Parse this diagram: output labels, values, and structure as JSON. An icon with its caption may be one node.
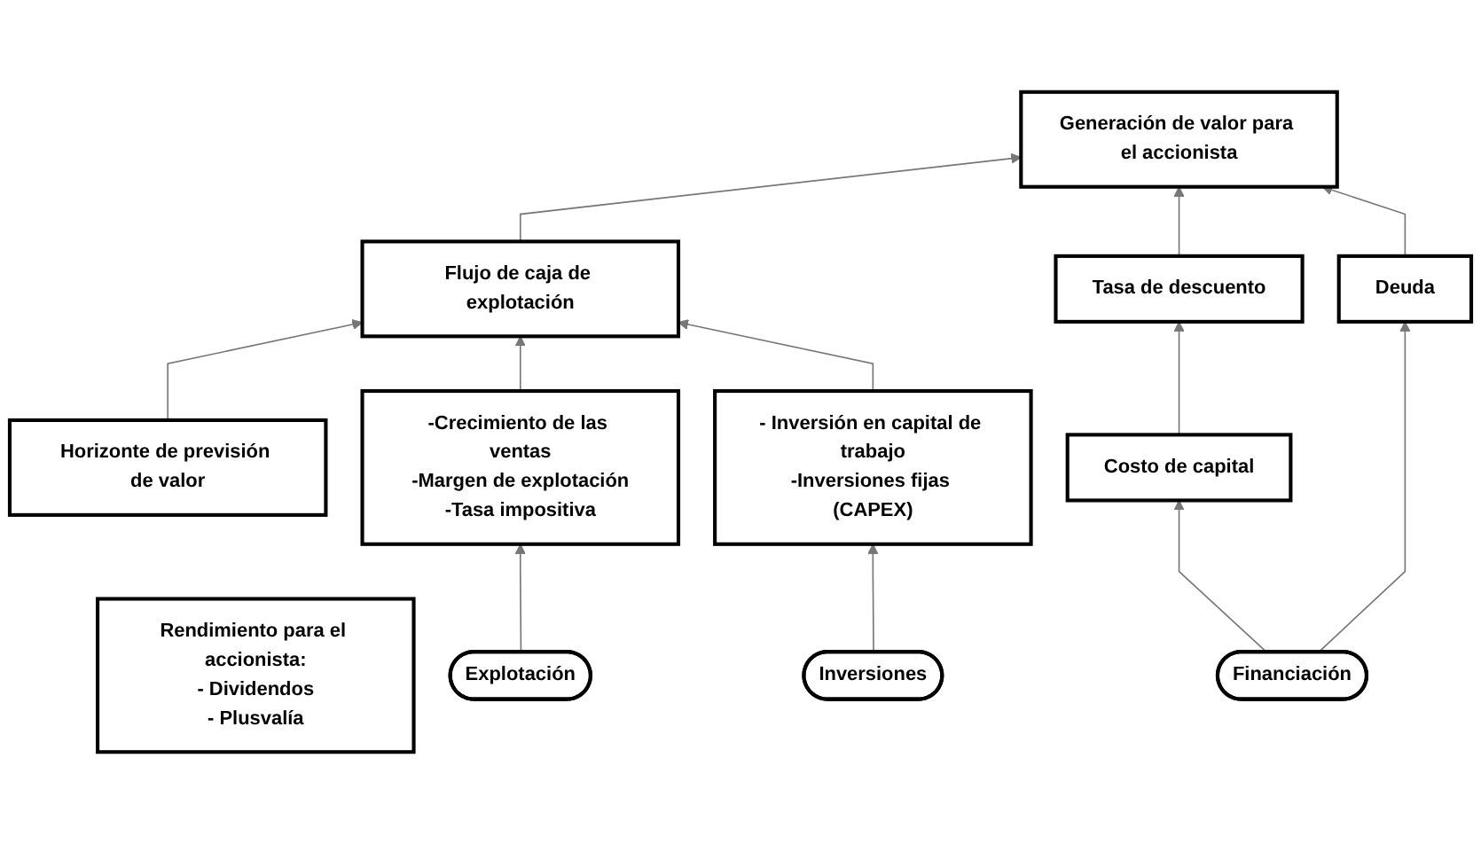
{
  "diagram": {
    "nodes": [
      {
        "text": [
          "Generación de valor para el accionista"
        ]
      },
      {
        "text": [
          "Rendimiento para el accionista:",
          "- Dividendos",
          "- Plusvalía"
        ]
      },
      {
        "text": [
          "Flujo de caja de explotación"
        ]
      },
      {
        "text": [
          "Tasa de descuento"
        ]
      },
      {
        "text": [
          "Deuda"
        ]
      },
      {
        "text": [
          "Horizonte de previsión de valor"
        ]
      },
      {
        "text": [
          "-Crecimiento de las ventas",
          "-Margen de explotación",
          "-Tasa impositiva"
        ]
      },
      {
        "text": [
          "- Inversión en capital de trabajo",
          "-Inversiones fijas (CAPEX)"
        ]
      },
      {
        "text": [
          "Costo de capital"
        ]
      },
      {
        "text": [
          "Explotación"
        ]
      },
      {
        "text": [
          "Inversiones"
        ]
      },
      {
        "text": [
          "Financiación"
        ]
      }
    ],
    "edges": [
      {
        "from": 2,
        "to": 0,
        "arrow": "to"
      },
      {
        "from": 3,
        "to": 0,
        "arrow": "to"
      },
      {
        "from": 4,
        "to": 0,
        "arrow": "to"
      },
      {
        "from": 5,
        "to": 2,
        "arrow": "to"
      },
      {
        "from": 6,
        "to": 2,
        "arrow": "to"
      },
      {
        "from": 7,
        "to": 2,
        "arrow": "to"
      },
      {
        "from": 8,
        "to": 3,
        "arrow": "to"
      },
      {
        "from": 9,
        "to": 6,
        "arrow": "to"
      },
      {
        "from": 10,
        "to": 7,
        "arrow": "to"
      },
      {
        "from": 11,
        "to": 8,
        "arrow": "to"
      },
      {
        "from": 11,
        "to": 4,
        "arrow": "to"
      }
    ]
  }
}
